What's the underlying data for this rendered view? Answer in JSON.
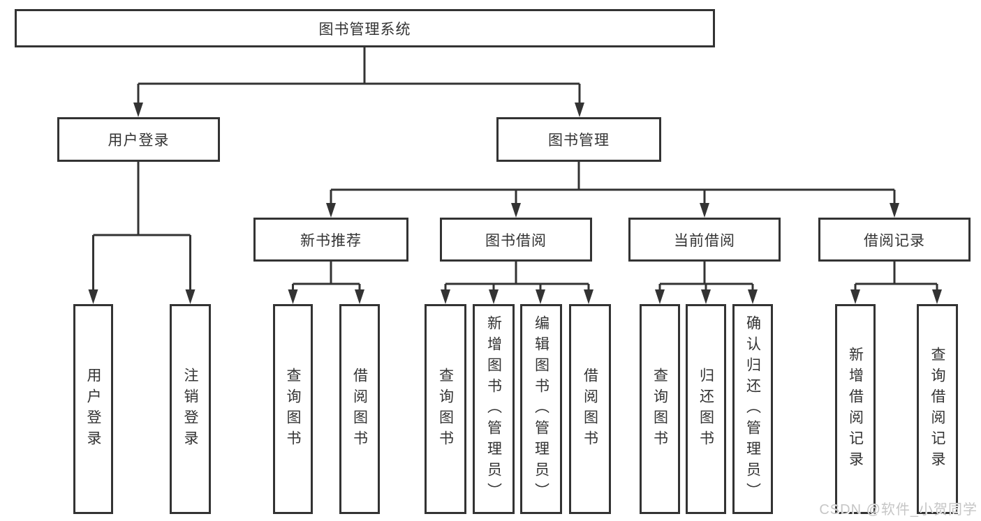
{
  "diagram": {
    "type": "hierarchy-tree",
    "root": {
      "label": "图书管理系统"
    },
    "branches": [
      {
        "label": "用户登录",
        "children": [
          {
            "label": "用户登录"
          },
          {
            "label": "注销登录"
          }
        ]
      },
      {
        "label": "图书管理",
        "children": [
          {
            "label": "新书推荐",
            "children": [
              {
                "label": "查询图书"
              },
              {
                "label": "借阅图书"
              }
            ]
          },
          {
            "label": "图书借阅",
            "children": [
              {
                "label": "查询图书"
              },
              {
                "label": "新增图书（管理员）"
              },
              {
                "label": "编辑图书（管理员）"
              },
              {
                "label": "借阅图书"
              }
            ]
          },
          {
            "label": "当前借阅",
            "children": [
              {
                "label": "查询图书"
              },
              {
                "label": "归还图书"
              },
              {
                "label": "确认归还（管理员）"
              }
            ]
          },
          {
            "label": "借阅记录",
            "children": [
              {
                "label": "新增借阅记录"
              },
              {
                "label": "查询借阅记录"
              }
            ]
          }
        ]
      }
    ]
  },
  "watermark": {
    "text": "CSDN @软件_小贺同学",
    "color": "#c6c6c6"
  },
  "style": {
    "line_color": "#333333",
    "box_border_color": "#333333",
    "text_color": "#333333",
    "background": "#ffffff"
  }
}
